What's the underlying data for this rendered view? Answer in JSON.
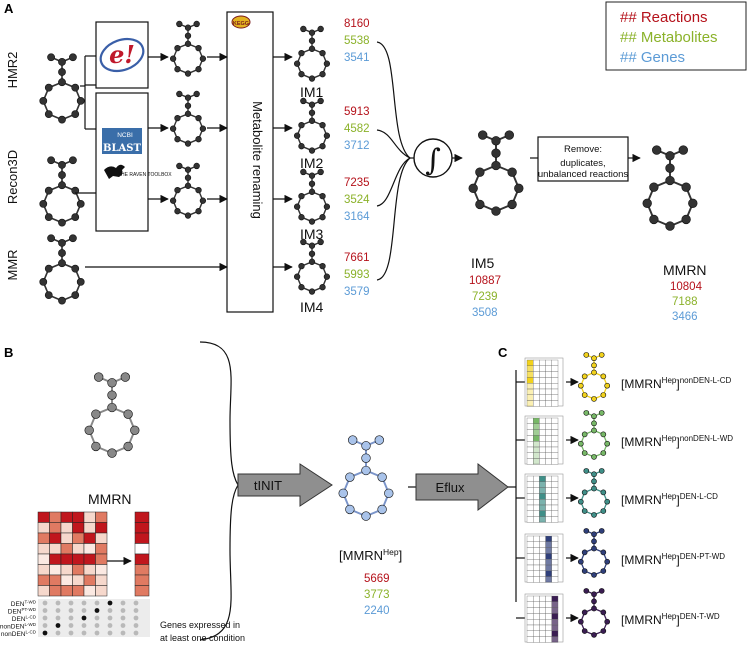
{
  "panels": {
    "a": "A",
    "b": "B",
    "c": "C"
  },
  "legend": {
    "reactions": "## Reactions",
    "metabolites": "## Metabolites",
    "genes": "## Genes"
  },
  "colors": {
    "reactions": "#b5121b",
    "metabolites": "#8bb22a",
    "genes": "#5c9bd6",
    "mmrn_hep_nodes": "#a9c3ea"
  },
  "sources": [
    "HMR2",
    "Recon3D",
    "MMR"
  ],
  "tools": {
    "ensembl": "e!",
    "kegg": "KEGG",
    "ncbi": "NCBI",
    "blast": "BLAST",
    "raven": "THE RAVEN TOOLBOX"
  },
  "renaming_label": "Metabolite renaming",
  "intermediates": [
    {
      "name": "IM1",
      "reactions": "8160",
      "metabolites": "5538",
      "genes": "3541"
    },
    {
      "name": "IM2",
      "reactions": "5913",
      "metabolites": "4582",
      "genes": "3712"
    },
    {
      "name": "IM3",
      "reactions": "7235",
      "metabolites": "3524",
      "genes": "3164"
    },
    {
      "name": "IM4",
      "reactions": "7661",
      "metabolites": "5993",
      "genes": "3579"
    }
  ],
  "merge_symbol": "∫",
  "im5": {
    "name": "IM5",
    "reactions": "10887",
    "metabolites": "7239",
    "genes": "3508"
  },
  "remove_box": {
    "title": "Remove:",
    "line1": "duplicates,",
    "line2": "unbalanced reactions"
  },
  "mmrn": {
    "name": "MMRN",
    "reactions": "10804",
    "metabolites": "7188",
    "genes": "3466"
  },
  "panel_b": {
    "model_label": "MMRN",
    "rows": [
      "DEN",
      "DEN",
      "DEN",
      "nonDEN",
      "nonDEN"
    ],
    "row_sups": [
      "T-WD",
      "PT-WD",
      "L-CD",
      "L-WD",
      "L-CD"
    ],
    "genes_caption_1": "Genes expressed in",
    "genes_caption_2": "at least one condition",
    "method": "tINIT",
    "hep_label": "[MMRN",
    "hep_sup": "Hep",
    "hep_close": "]",
    "hep_reactions": "5669",
    "hep_metabolites": "3773",
    "hep_genes": "2240"
  },
  "panel_c": {
    "method": "Eflux",
    "models": [
      {
        "label": "[MMRN",
        "sup": "Hep",
        "close": "]",
        "cond": "nonDEN-L-CD",
        "color": "#f2d21b"
      },
      {
        "label": "[MMRN",
        "sup": "Hep",
        "close": "]",
        "cond": "nonDEN-L-WD",
        "color": "#77b867"
      },
      {
        "label": "[MMRN",
        "sup": "Hep",
        "close": "]",
        "cond": "DEN-L-CD",
        "color": "#3f8f88"
      },
      {
        "label": "[MMRN",
        "sup": "Hep",
        "close": "]",
        "cond": "DEN-PT-WD",
        "color": "#2f3f7a"
      },
      {
        "label": "[MMRN",
        "sup": "Hep",
        "close": "]",
        "cond": "DEN-T-WD",
        "color": "#3a1d52"
      }
    ]
  }
}
